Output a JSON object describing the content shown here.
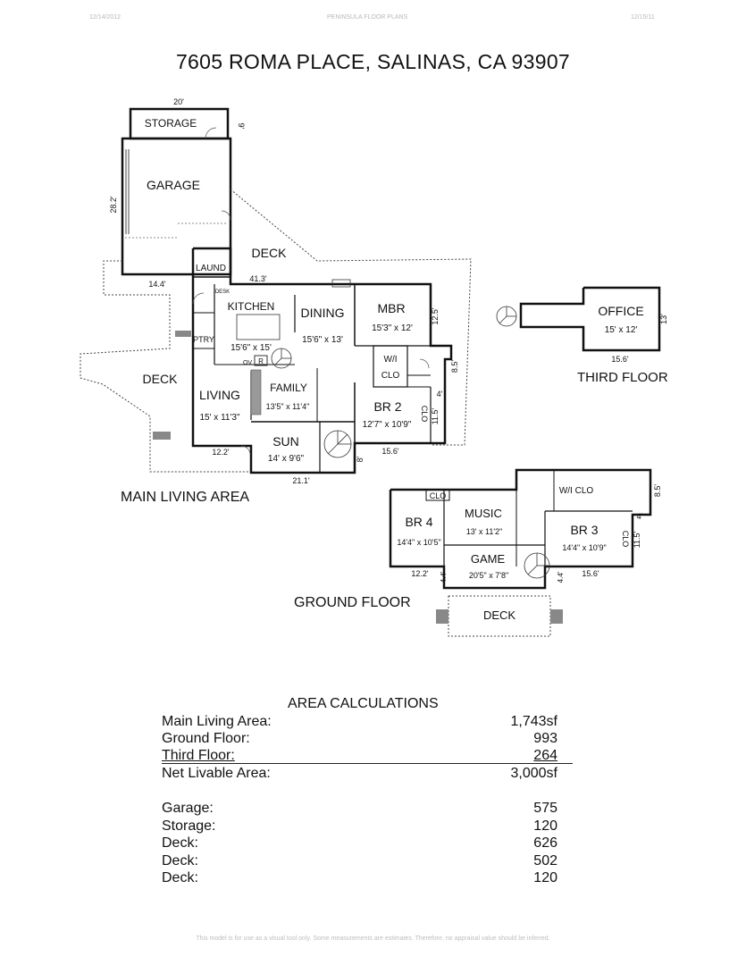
{
  "header": {
    "left": "12/14/2012",
    "center": "PENINSULA FLOOR PLANS",
    "right": "12/15/11"
  },
  "title": "7605 ROMA PLACE, SALINAS, CA  93907",
  "plan": {
    "main_area_label": "MAIN LIVING AREA",
    "ground_floor_label": "GROUND FLOOR",
    "third_floor_label": "THIRD FLOOR",
    "rooms": {
      "storage": "STORAGE",
      "garage": "GARAGE",
      "laund": "LAUND",
      "deck_top": "DECK",
      "deck_left": "DECK",
      "kitchen": "KITCHEN",
      "kitchen_dim": "15'6\" x 15'",
      "desk": "DESK",
      "ptry": "PTRY",
      "ov": "OV",
      "r": "R",
      "dining": "DINING",
      "dining_dim": "15'6\" x 13'",
      "mbr": "MBR",
      "mbr_dim": "15'3\" x 12'",
      "wi": "W/I",
      "clo": "CLO",
      "living": "LIVING",
      "living_dim": "15' x 11'3\"",
      "family": "FAMILY",
      "family_dim": "13'5\" x 11'4\"",
      "br2": "BR 2",
      "br2_dim": "12'7\" x 10'9\"",
      "clo_br2": "CLO",
      "sun": "SUN",
      "sun_dim": "14' x 9'6\"",
      "office": "OFFICE",
      "office_dim": "15' x 12'",
      "br4": "BR 4",
      "br4_dim": "14'4\" x 10'5\"",
      "clo_gf": "CLO",
      "music": "MUSIC",
      "music_dim": "13' x 11'2\"",
      "wiclo_gf": "W/I CLO",
      "br3": "BR 3",
      "br3_dim": "14'4\" x 10'9\"",
      "clo_br3": "CLO",
      "game": "GAME",
      "game_dim": "20'5\" x 7'8\"",
      "deck_gf": "DECK"
    },
    "dims": {
      "d20": "20'",
      "d9": "9'",
      "d28_2": "28.2'",
      "d14_4": "14.4'",
      "d41_3": "41.3'",
      "d12_5": "12.5'",
      "d8_5": "8.5'",
      "d4": "4'",
      "d11_5": "11.5'",
      "d15_6": "15.6'",
      "d12_2": "12.2'",
      "d21_1": "21.1'",
      "d8": "8'",
      "d13": "13'",
      "d15_6_office": "15.6'",
      "d8_5_gf": "8.5'",
      "d4_gf": "4'",
      "d11_5_gf": "11.5'",
      "d12_2_gf": "12.2'",
      "d4_4_a": "4.4'",
      "d4_4_b": "4.4'",
      "d15_6_gf": "15.6'"
    }
  },
  "area": {
    "title": "AREA CALCULATIONS",
    "rows": [
      {
        "label": "Main Living Area:",
        "value": "1,743sf"
      },
      {
        "label": "Ground Floor:",
        "value": "993"
      },
      {
        "label": "Third  Floor:",
        "value": "264"
      },
      {
        "label": "Net Livable Area:",
        "value": "3,000sf"
      },
      {
        "label": "Garage:",
        "value": "575"
      },
      {
        "label": "Storage:",
        "value": "120"
      },
      {
        "label": "Deck:",
        "value": "626"
      },
      {
        "label": "Deck:",
        "value": "502"
      },
      {
        "label": "Deck:",
        "value": "120"
      }
    ]
  },
  "footer": "This model is for use as a visual tool only. Some measurements are estimates. Therefore, no appraisal value should be inferred."
}
